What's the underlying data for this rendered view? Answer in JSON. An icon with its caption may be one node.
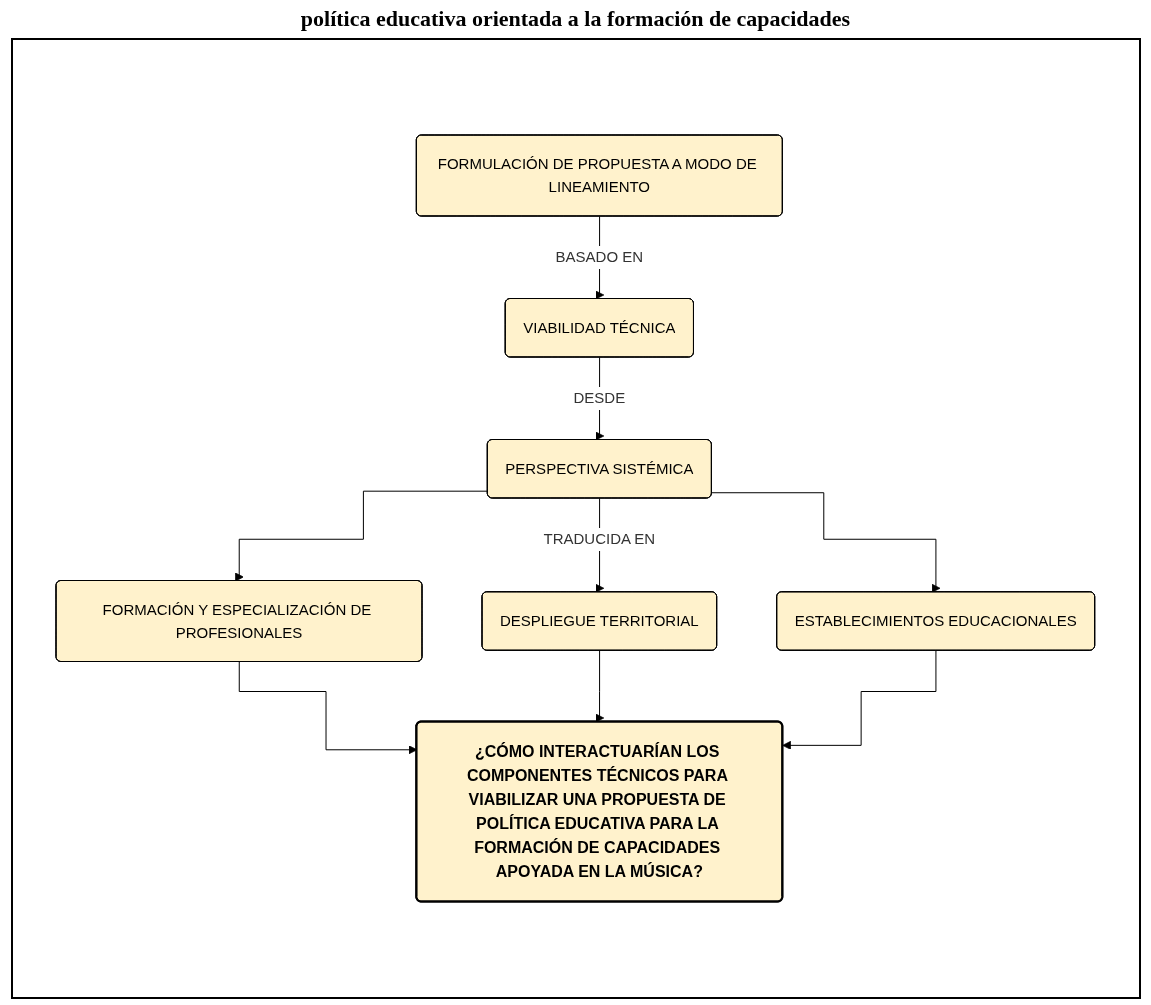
{
  "diagram": {
    "title": "política educativa orientada a la formación de capacidades",
    "nodes": [
      {
        "text": [
          "FORMULACIÓN DE PROPUESTA A MODO DE LINEAMIENTO"
        ]
      },
      {
        "text": [
          "VIABILIDAD TÉCNICA"
        ]
      },
      {
        "text": [
          "PERSPECTIVA SISTÉMICA"
        ]
      },
      {
        "text": [
          "FORMACIÓN Y ESPECIALIZACIÓN DE PROFESIONALES"
        ]
      },
      {
        "text": [
          "DESPLIEGUE TERRITORIAL"
        ]
      },
      {
        "text": [
          "ESTABLECIMIENTOS EDUCACIONALES"
        ]
      },
      {
        "text": [
          "¿CÓMO INTERACTUARÍAN LOS COMPONENTES TÉCNICOS PARA VIABILIZAR UNA PROPUESTA DE POLÍTICA EDUCATIVA PARA LA FORMACIÓN DE CAPACIDADES APOYADA EN LA MÚSICA?"
        ]
      }
    ],
    "edges": [
      {
        "from": 0,
        "to": 1,
        "arrow": "to",
        "label": "BASADO EN"
      },
      {
        "from": 1,
        "to": 2,
        "arrow": "to",
        "label": "DESDE"
      },
      {
        "from": 2,
        "to": 3,
        "arrow": "to"
      },
      {
        "from": 2,
        "to": 4,
        "arrow": "to",
        "label": "TRADUCIDA EN"
      },
      {
        "from": 2,
        "to": 5,
        "arrow": "to"
      },
      {
        "from": 3,
        "to": 6,
        "arrow": "to"
      },
      {
        "from": 4,
        "to": 6,
        "arrow": "to"
      },
      {
        "from": 5,
        "to": 6,
        "arrow": "to"
      }
    ]
  }
}
